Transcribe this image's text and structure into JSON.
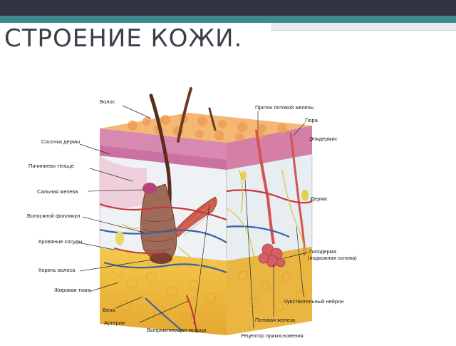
{
  "slide": {
    "title": "СТРОЕНИЕ КОЖИ."
  },
  "diagram": {
    "labels": {
      "hair": "Волос",
      "sweat_duct": "Проток потовой железы",
      "pore": "Пора",
      "epidermis": "Эпидермис",
      "dermal_papilla": "Сосочка дермы",
      "lamellar_corpuscle": "Пачиниево тельце",
      "sebaceous_gland": "Сальная железа",
      "hair_follicle": "Волосяной фолликул",
      "blood_vessels": "Кровяные сосуды",
      "hair_root": "Корень волоса",
      "adipose_tissue": "Жировая ткань",
      "vein": "Вена",
      "artery": "Артерия",
      "erector_muscle": "Выпрямляющая мышца",
      "dermis": "Дерма",
      "hypodermis_1": "Гиподерма",
      "hypodermis_2": "(подкожная основа)",
      "sensory_neuron": "Чувствительный нейрон",
      "sweat_gland": "Потовая железа",
      "touch_receptor": "Рецептор прикосновения"
    }
  }
}
